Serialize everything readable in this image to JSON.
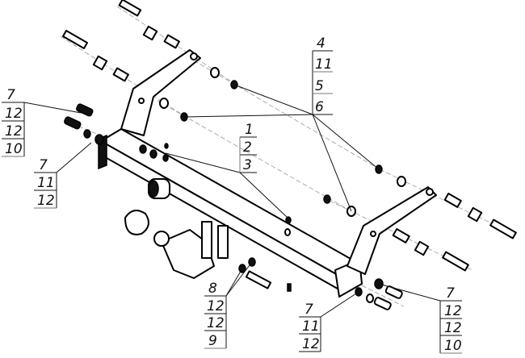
{
  "title": "Tow hitch exploded assembly diagram",
  "callouts": {
    "left_upper": [
      "7",
      "12",
      "12",
      "10"
    ],
    "left_lower": [
      "7",
      "11",
      "12"
    ],
    "center": [
      "1",
      "2",
      "3"
    ],
    "top_right": [
      "4",
      "11",
      "5",
      "6"
    ],
    "bottom_center": [
      "8",
      "12",
      "12",
      "9"
    ],
    "bottom_middle": [
      "7",
      "11",
      "12"
    ],
    "bottom_right": [
      "7",
      "12",
      "12",
      "10"
    ]
  }
}
